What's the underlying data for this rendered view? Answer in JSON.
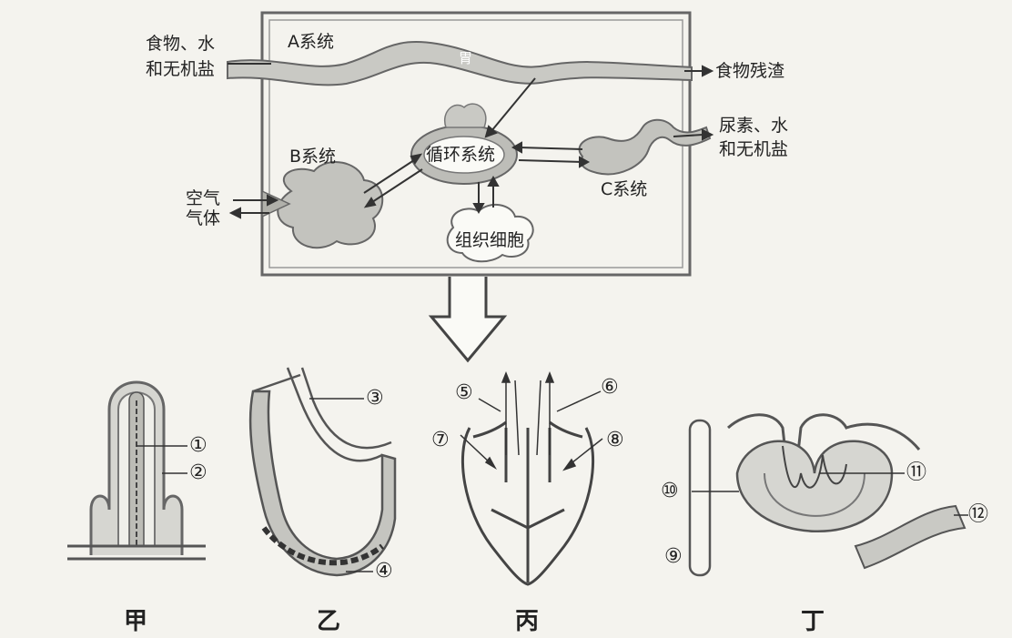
{
  "top_diagram": {
    "system_a": "A系统",
    "system_b": "B系统",
    "system_c": "C系统",
    "stomach": "胃",
    "circulatory": "循环系统",
    "tissue_cells": "组织细胞",
    "input_line1": "食物、水",
    "input_line2": "和无机盐",
    "food_residue": "食物残渣",
    "urea_line1": "尿素、水",
    "urea_line2": "和无机盐",
    "air": "空气",
    "gas": "气体"
  },
  "markers": [
    "①",
    "②",
    "③",
    "④",
    "⑤",
    "⑥",
    "⑦",
    "⑧",
    "⑨",
    "⑩",
    "⑪",
    "⑫"
  ],
  "captions": {
    "jia": "甲",
    "yi": "乙",
    "bing": "丙",
    "ding": "丁"
  }
}
